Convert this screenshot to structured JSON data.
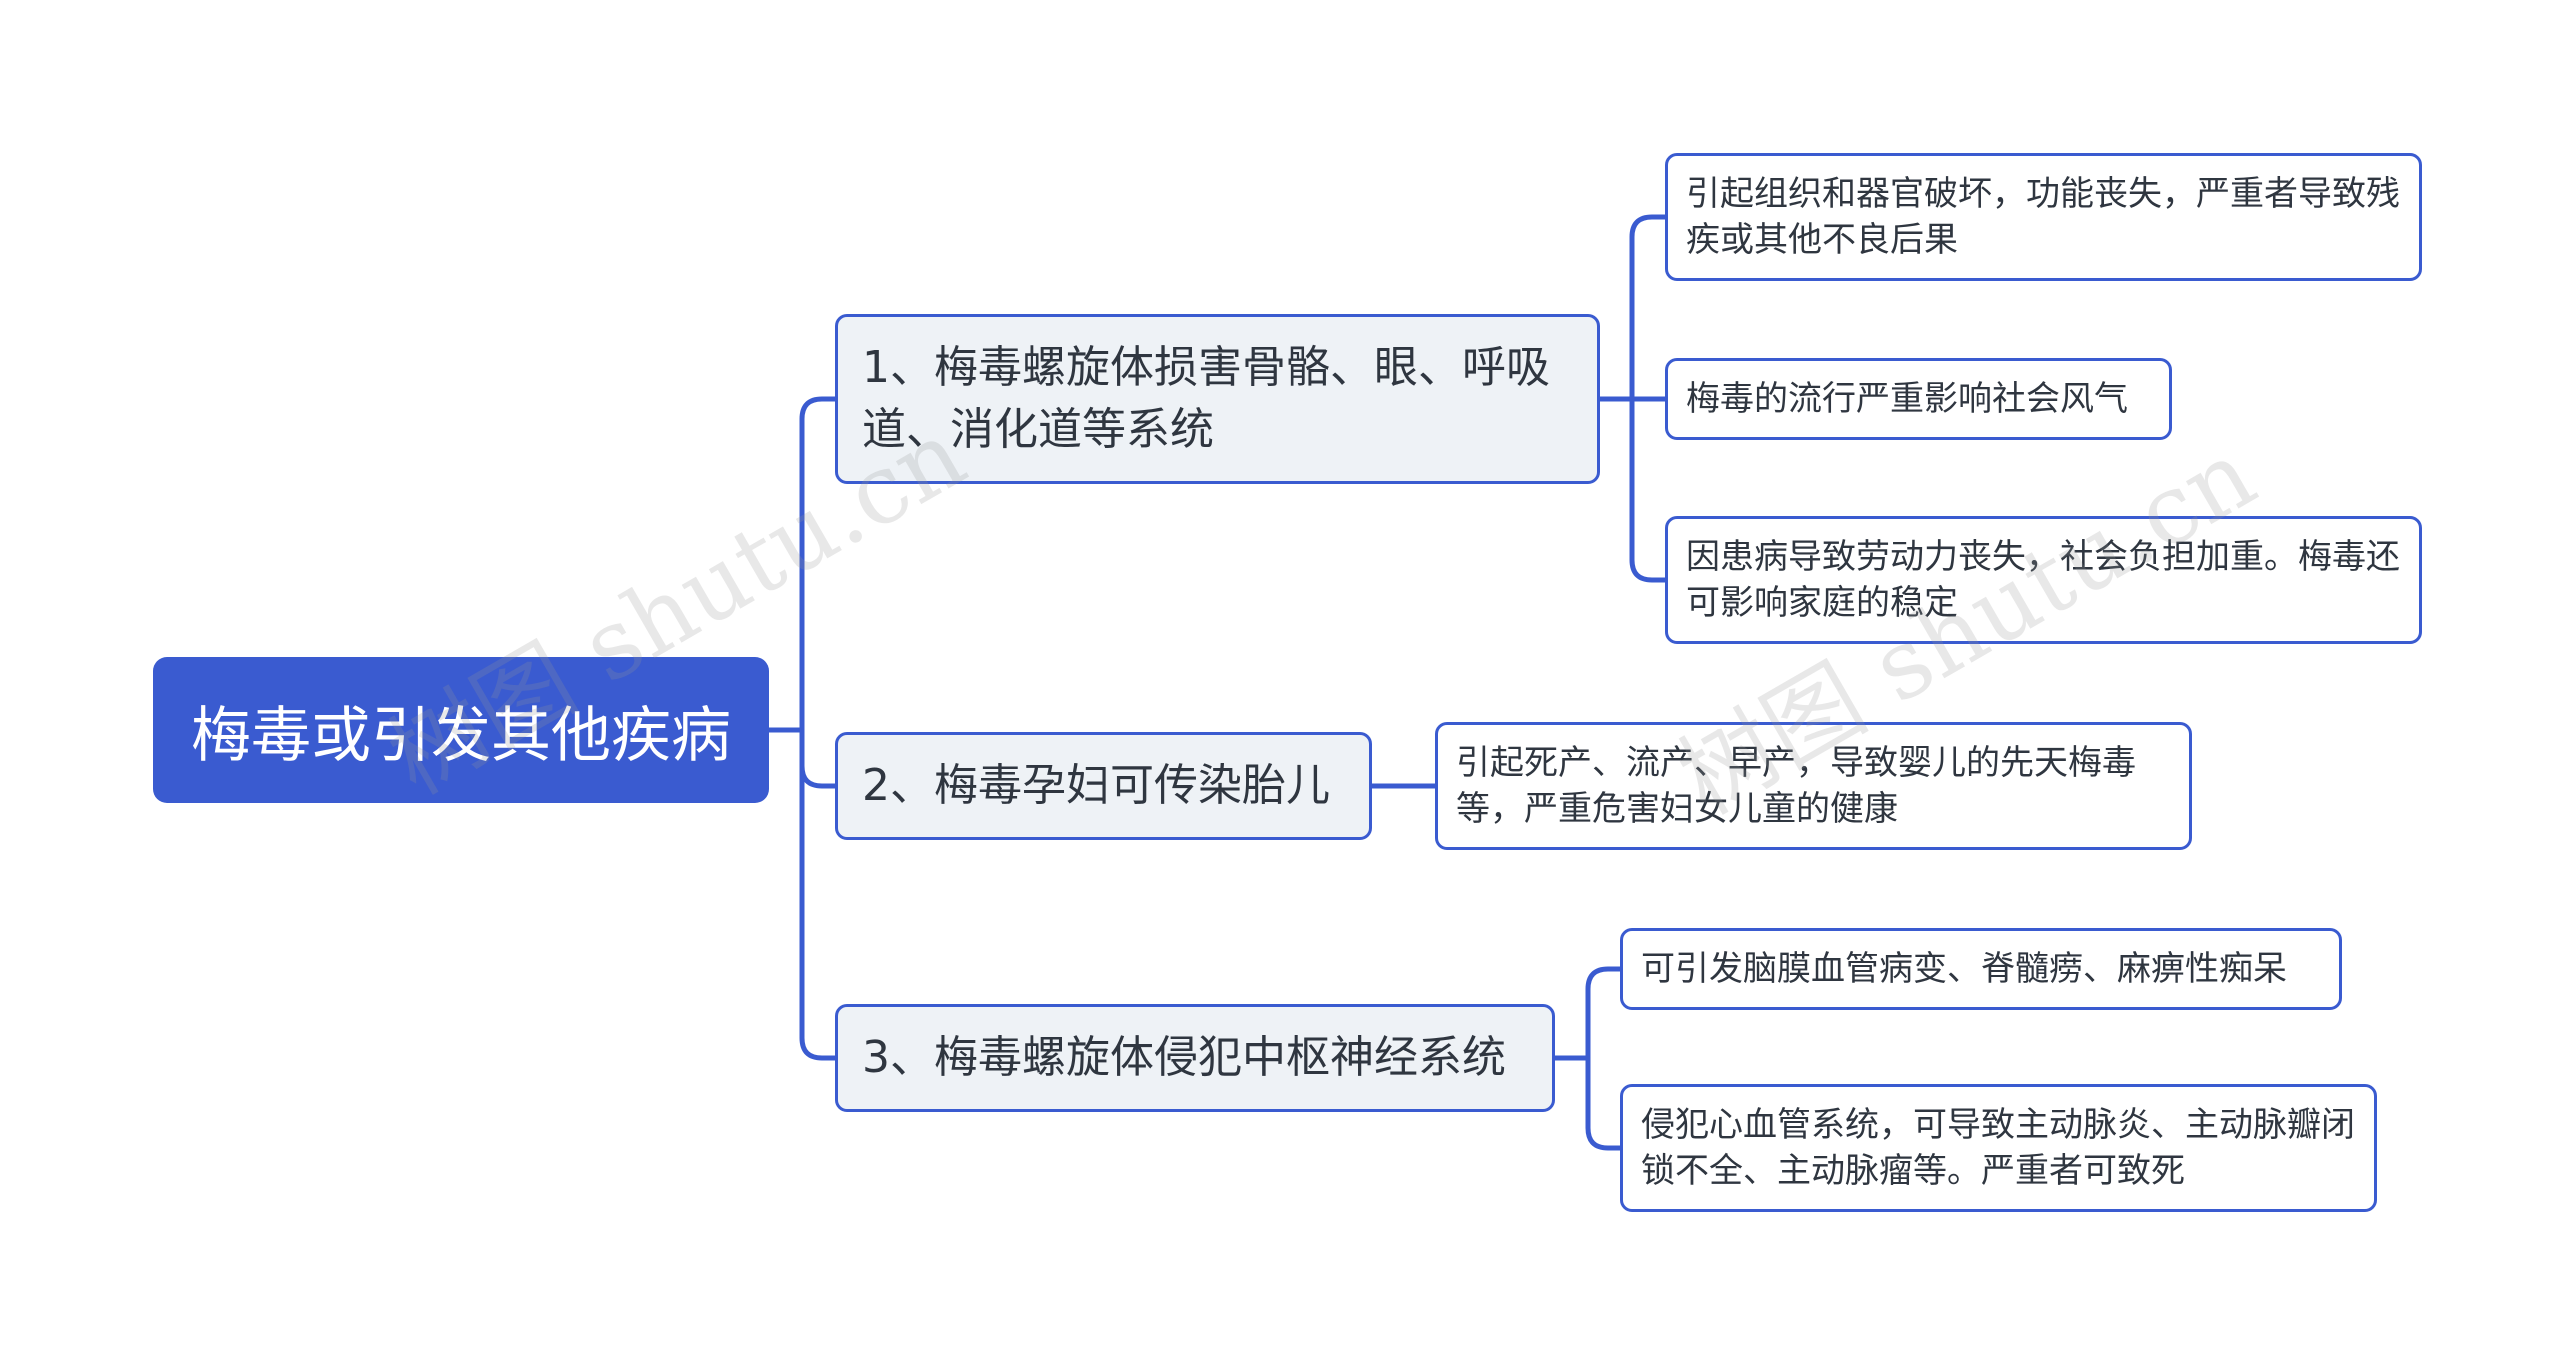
{
  "mindmap": {
    "root": "梅毒或引发其他疾病",
    "branches": [
      {
        "label": "1、梅毒螺旋体损害骨骼、眼、呼吸道、消化道等系统",
        "children": [
          "引起组织和器官破坏，功能丧失，严重者导致残疾或其他不良后果",
          "梅毒的流行严重影响社会风气",
          "因患病导致劳动力丧失，社会负担加重。梅毒还可影响家庭的稳定"
        ]
      },
      {
        "label": "2、梅毒孕妇可传染胎儿",
        "children": [
          "引起死产、流产、早产，导致婴儿的先天梅毒等，严重危害妇女儿童的健康"
        ]
      },
      {
        "label": "3、梅毒螺旋体侵犯中枢神经系统",
        "children": [
          "可引发脑膜血管病变、脊髓痨、麻痹性痴呆",
          "侵犯心血管系统，可导致主动脉炎、主动脉瓣闭锁不全、主动脉瘤等。严重者可致死"
        ]
      }
    ]
  },
  "colors": {
    "accent": "#3a5bd0",
    "branch_fill": "#eef2f6",
    "text": "#2f3640"
  },
  "watermark": {
    "text": "树图 shutu.cn"
  }
}
